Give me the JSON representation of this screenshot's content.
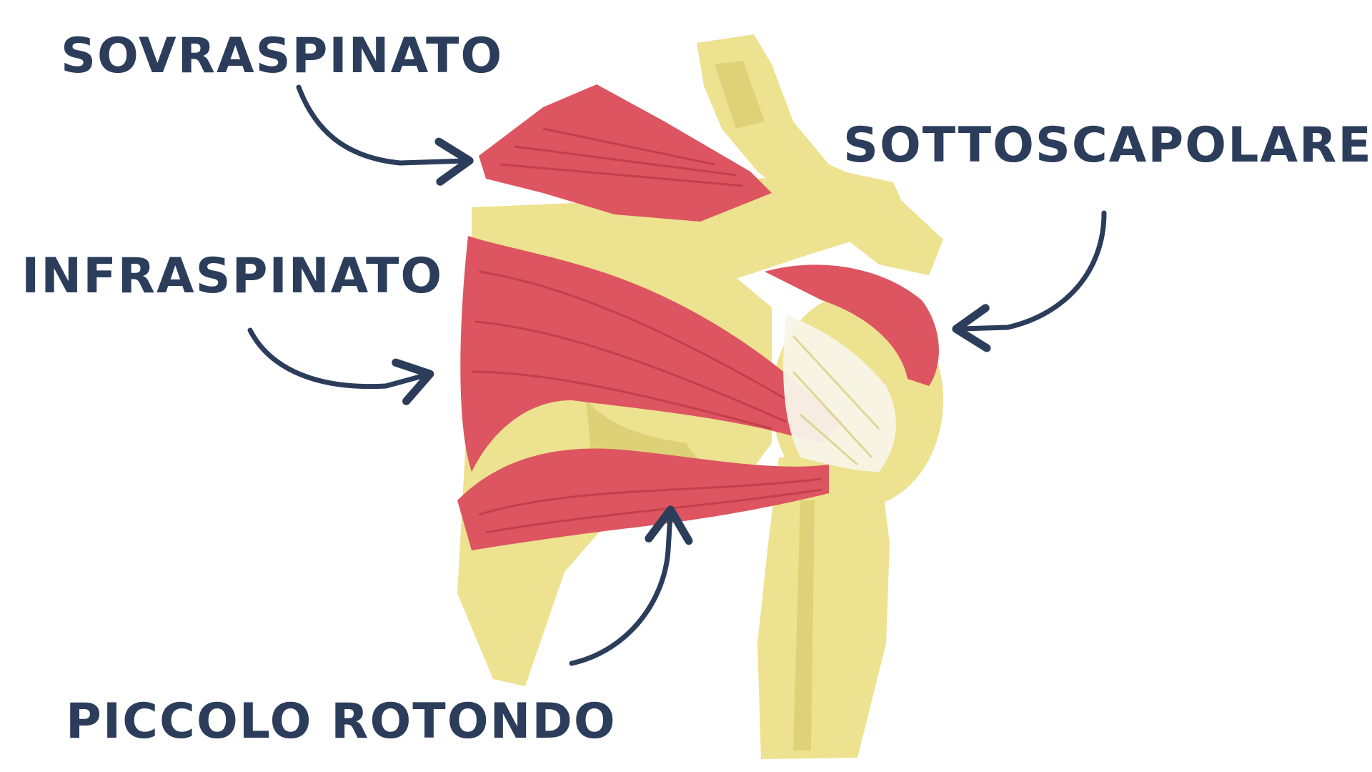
{
  "colors": {
    "label": "#2b3d5b",
    "arrow": "#2b3d5b",
    "muscle": "#dc5560",
    "muscle_dark": "#c2404c",
    "muscle_light": "#ea8a90",
    "bone": "#ede28f",
    "bone_shadow": "#cfc264",
    "tendon": "#f8f4e8"
  },
  "labels": {
    "sovraspinato": "SOVRASPINATO",
    "sottoscapolare": "SOTTOSCAPOLARE",
    "infraspinato": "INFRASPINATO",
    "piccolo_rotondo": "PICCOLO ROTONDO"
  }
}
